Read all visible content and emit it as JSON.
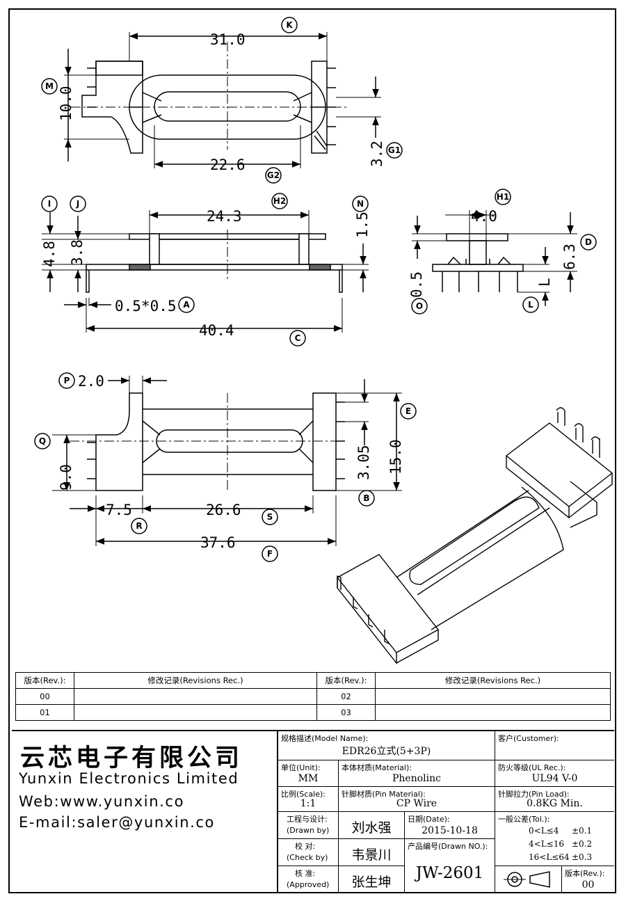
{
  "dimensions": {
    "k": "31.0",
    "m": "10.0",
    "g2": "22.6",
    "g1": "3.2",
    "h2": "24.3",
    "n": "1.5",
    "i": "4.8",
    "j": "3.8",
    "a": "0.5*0.5",
    "c": "40.4",
    "h1": "4.0",
    "d": "6.3",
    "o": "0.5",
    "l": "L",
    "p": "2.0",
    "q": "9.0",
    "e": "15.0",
    "e2": "3.05",
    "r": "7.5",
    "s": "26.6",
    "f": "37.6"
  },
  "tags": {
    "k": "K",
    "m": "M",
    "g1": "G1",
    "g2": "G2",
    "h1": "H1",
    "h2": "H2",
    "i": "I",
    "j": "J",
    "n": "N",
    "a": "A",
    "c": "C",
    "d": "D",
    "o": "O",
    "l": "L",
    "p": "P",
    "q": "Q",
    "e": "E",
    "b": "B",
    "r": "R",
    "s": "S",
    "f": "F"
  },
  "revisions": {
    "col_rev": "版本(Rev.):",
    "col_rec": "修改记录(Revisions Rec.)",
    "rows": [
      {
        "left": "00",
        "right": "02"
      },
      {
        "left": "01",
        "right": "03"
      }
    ]
  },
  "company": {
    "cn_name": "云芯电子有限公司",
    "en_name": "Yunxin Electronics Limited",
    "web": "Web:www.yunxin.co",
    "email": "E-mail:saler@yunxin.co"
  },
  "title_block": {
    "model_label": "规格描述(Model Name):",
    "model_value": "EDR26立式(5+3P)",
    "customer_label": "客户(Customer):",
    "customer_value": "",
    "unit_label": "单位(Unit):",
    "unit_value": "MM",
    "material_label": "本体材质(Material):",
    "material_value": "Phenolinc",
    "ul_label": "防火等级(UL Rec.):",
    "ul_value": "UL94 V-0",
    "scale_label": "比例(Scale):",
    "scale_value": "1:1",
    "pin_material_label": "针脚材质(Pin Material):",
    "pin_material_value": "CP Wire",
    "pin_load_label": "针脚拉力(Pin Load):",
    "pin_load_value": "0.8KG Min.",
    "drawn_label_cn": "工程与设计:",
    "drawn_label_en": "(Drawn by)",
    "drawn_value": "刘水强",
    "date_label": "日期(Date):",
    "date_value": "2015-10-18",
    "check_label_cn": "校  对:",
    "check_label_en": "(Check by)",
    "check_value": "韦景川",
    "drawn_no_label": "产品编号(Drawn NO.):",
    "drawn_no_value": "JW-2601",
    "approved_label_cn": "核  准:",
    "approved_label_en": "(Approved)",
    "approved_value": "张生坤",
    "tol_label": "一般公差(Tol.):",
    "tol_rows": [
      {
        "range": "0<L≤4",
        "tol": "±0.1"
      },
      {
        "range": "4<L≤16",
        "tol": "±0.2"
      },
      {
        "range": "16<L≤64",
        "tol": "±0.3"
      }
    ],
    "rev_label": "版本(Rev.):",
    "rev_value": "00"
  }
}
